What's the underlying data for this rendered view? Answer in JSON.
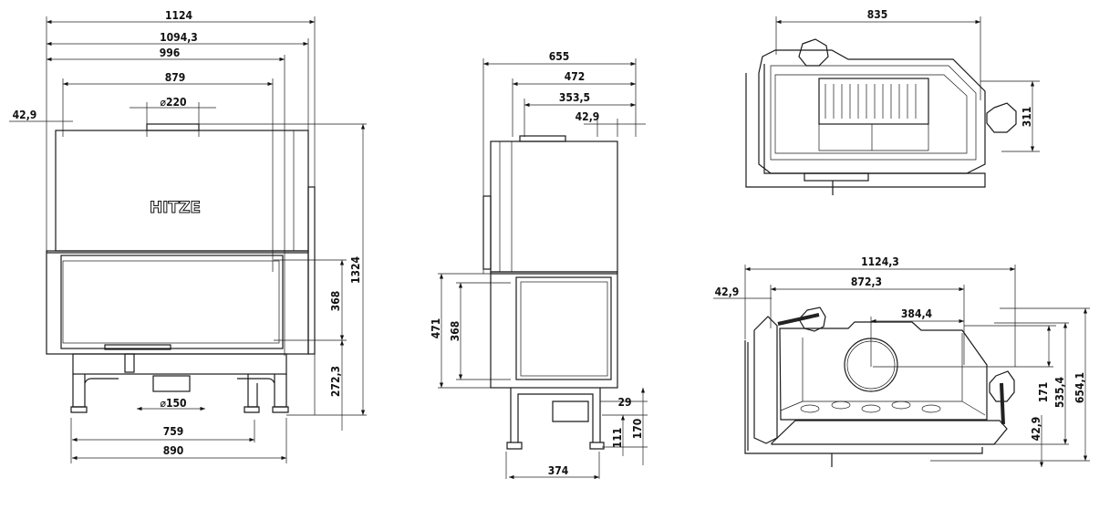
{
  "brand": {
    "logo_text": "HITZE"
  },
  "front_view": {
    "width_total": "1124",
    "width_1": "1094,3",
    "width_2": "996",
    "width_3": "879",
    "flue_diameter": "⌀220",
    "offset": "42,9",
    "height_total": "1324",
    "glass_height": "368",
    "base_height": "272,3",
    "bottom_outlet_diameter": "⌀150",
    "leg_span_1": "759",
    "leg_span_2": "890"
  },
  "side_view": {
    "depth_total": "655",
    "depth_1": "472",
    "depth_2": "353,5",
    "offset": "42,9",
    "door_height": "471",
    "glass_height": "368",
    "dim_29": "29",
    "dim_170": "170",
    "dim_111": "111",
    "leg_depth": "374"
  },
  "top_view": {
    "width": "835",
    "flue_offset": "311"
  },
  "plan_view": {
    "width_total": "1124,3",
    "width_1": "872,3",
    "flue_offset": "384,4",
    "offset_left": "42,9",
    "dim_171": "171",
    "dim_535": "535,4",
    "dim_654": "654,1",
    "offset_bottom": "42,9"
  }
}
